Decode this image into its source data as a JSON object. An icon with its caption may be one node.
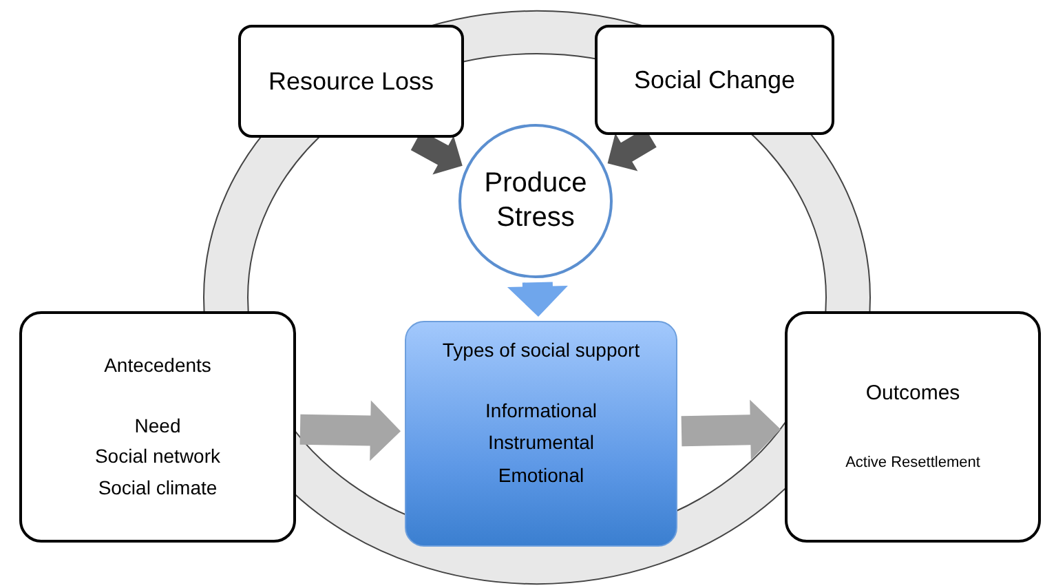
{
  "diagram": {
    "nodes": [
      {
        "text": [
          "Resource Loss"
        ]
      },
      {
        "text": [
          "Social Change"
        ]
      },
      {
        "text": [
          "Produce Stress"
        ]
      },
      {
        "text": [
          "Antecedents",
          "Need",
          "Social network",
          "Social climate"
        ]
      },
      {
        "text": [
          "Types of social support",
          "Informational",
          "Instrumental",
          "Emotional"
        ]
      },
      {
        "text": [
          "Outcomes",
          "Active Resettlement"
        ]
      }
    ],
    "edges": [
      {
        "from": 0,
        "to": 2,
        "arrow": "to",
        "style": "thick",
        "color": "#555555"
      },
      {
        "from": 1,
        "to": 2,
        "arrow": "to",
        "style": "thick",
        "color": "#555555"
      },
      {
        "from": 2,
        "to": 4,
        "arrow": "to",
        "style": "thick",
        "color": "#6fa6ec"
      },
      {
        "from": 3,
        "to": 4,
        "arrow": "to",
        "style": "thick",
        "color": "#a6a6a6"
      },
      {
        "from": 4,
        "to": 5,
        "arrow": "to",
        "style": "thick",
        "color": "#a6a6a6"
      }
    ]
  }
}
